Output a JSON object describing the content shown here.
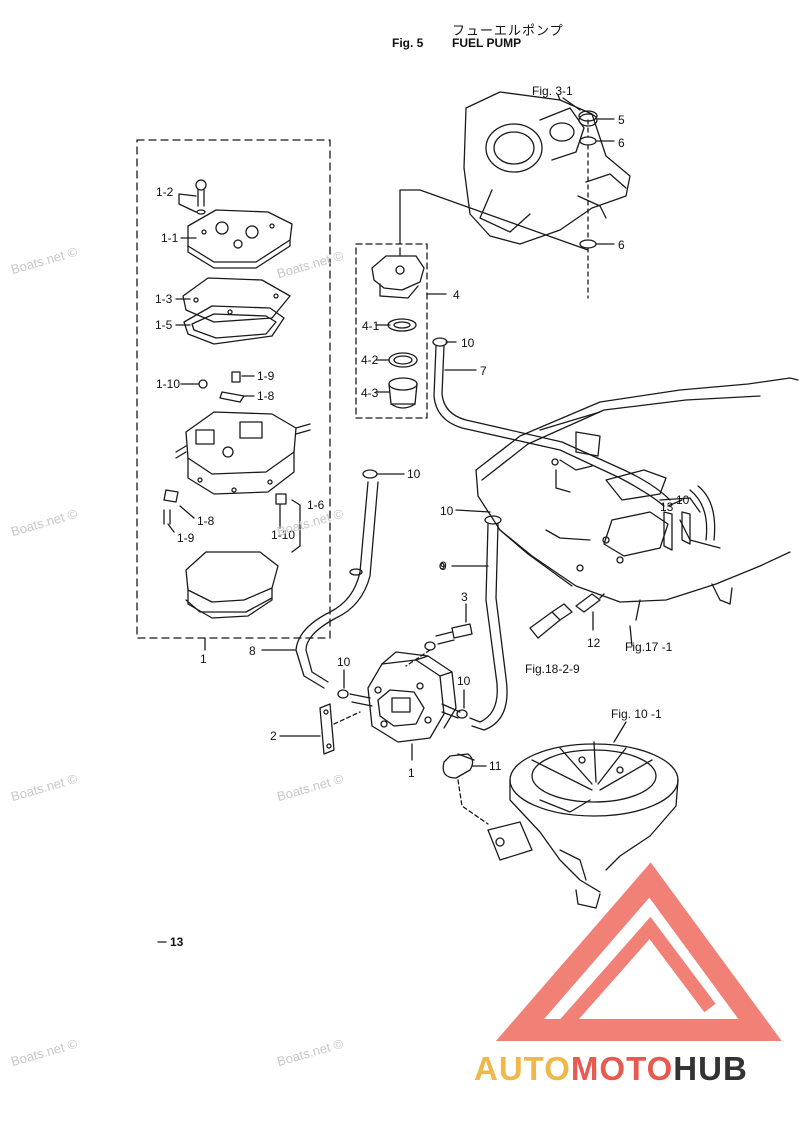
{
  "header": {
    "title_jp": "フューエルポンプ",
    "fig_no": "Fig. 5",
    "title": "FUEL PUMP"
  },
  "page_number": "13",
  "callouts": {
    "c_1_2": "1-2",
    "c_1_1": "1-1",
    "c_1_3": "1-3",
    "c_1_5": "1-5",
    "c_1_10_top": "1-10",
    "c_1_9_top": "1-9",
    "c_1_8_top": "1-8",
    "c_1_6": "1-6",
    "c_1_8_bot": "1-8",
    "c_1_9_bot": "1-9",
    "c_1_10_bot": "1-10",
    "c_1_assembly": "1",
    "c_4": "4",
    "c_4_1": "4-1",
    "c_4_2": "4-2",
    "c_4_3": "4-3",
    "c_5": "5",
    "c_6_top": "6",
    "c_6_bot": "6",
    "c_7": "7",
    "c_8": "8",
    "c_9": "9",
    "c_10_a": "10",
    "c_10_b": "10",
    "c_10_c": "10",
    "c_10_d": "10",
    "c_10_e": "10",
    "c_10_f": "10",
    "c_11": "11",
    "c_12": "12",
    "c_13": "13",
    "c_2": "2",
    "c_3": "3",
    "c_1_pump": "1",
    "ref_fig_3_1": "Fig. 3-1",
    "ref_fig_17_1": "Fig.17 -1",
    "ref_fig_18_2_9": "Fig.18-2-9",
    "ref_fig_10_1": "Fig. 10 -1"
  },
  "watermarks": {
    "w1": "Boats.net ©",
    "w2": "Boats.net ©",
    "w3": "Boats.net ©",
    "w4": "Boats.net ©",
    "w5": "Boats.net ©",
    "w6": "Boats.net ©",
    "w7": "Boats.net ©",
    "w8": "Boats.net ©"
  },
  "logo": {
    "part_a": "AUTO",
    "part_b": "MOTO",
    "part_c": "HUB",
    "colors": {
      "auto": "#f0b84a",
      "moto": "#e85a4f",
      "hub": "#333333",
      "triangle": "#ef6b60"
    }
  }
}
